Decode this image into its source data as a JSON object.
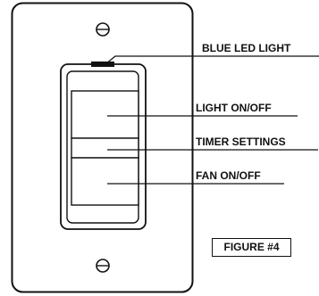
{
  "labels": {
    "led": "BLUE LED LIGHT",
    "light": "LIGHT ON/OFF",
    "timer": "TIMER SETTINGS",
    "fan": "FAN ON/OFF"
  },
  "figure_label": "FIGURE #4",
  "colors": {
    "line": "#111111",
    "background": "#ffffff"
  }
}
